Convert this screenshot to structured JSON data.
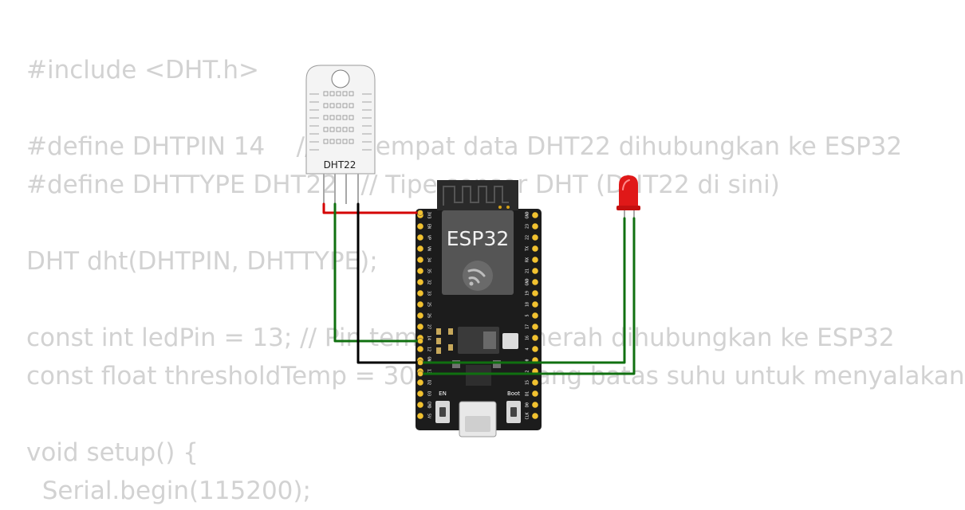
{
  "code": {
    "lines": [
      "#include <DHT.h>",
      "",
      "#define DHTPIN 14    // Pin tempat data DHT22 dihubungkan ke ESP32",
      "#define DHTTYPE DHT22   // Tipe sensor DHT (DHT22 di sini)",
      "",
      "DHT dht(DHTPIN, DHTTYPE);",
      "",
      "const int ledPin = 13; // Pin tempat LED merah dihubungkan ke ESP32",
      "const float thresholdTemp = 30.0; // Ambang batas suhu untuk menyalakan",
      "",
      "void setup() {",
      "  Serial.begin(115200);"
    ]
  },
  "sensor": {
    "label": "DHT22"
  },
  "board": {
    "label": "ESP32",
    "en_label": "EN",
    "boot_label": "Boot",
    "left_pins": [
      "3V3",
      "EN",
      "VP",
      "VN",
      "34",
      "35",
      "32",
      "33",
      "25",
      "26",
      "27",
      "14",
      "12",
      "GND",
      "13",
      "D2",
      "D3",
      "CMD",
      "5V"
    ],
    "right_pins": [
      "GND",
      "23",
      "22",
      "TX",
      "RX",
      "21",
      "GND",
      "19",
      "18",
      "5",
      "17",
      "16",
      "4",
      "0",
      "2",
      "15",
      "D1",
      "D0",
      "CLK"
    ]
  },
  "colors": {
    "code_text": "#d2d2d2",
    "board": "#1c1c1c",
    "pin_pad": "#f2c230",
    "wire_power": "#d40000",
    "wire_data": "#107010",
    "wire_ground": "#000000",
    "led": "#e01818"
  },
  "components": {
    "sensor_icon": "dht22-sensor",
    "board_icon": "esp32-devkit",
    "led_icon": "red-led"
  }
}
